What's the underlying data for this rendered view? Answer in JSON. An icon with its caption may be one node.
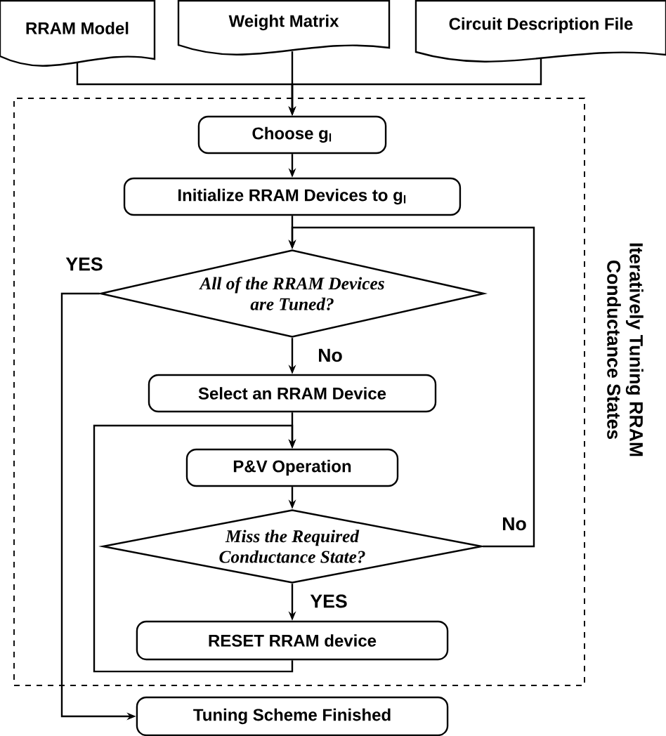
{
  "diagram": {
    "nodes": [
      {
        "text": [
          "RRAM Model"
        ]
      },
      {
        "text": [
          "Weight Matrix"
        ]
      },
      {
        "text": [
          "Circuit Description File"
        ]
      },
      {
        "text": [
          "Iteratively Tuning RRAM Conductance States"
        ]
      },
      {
        "text": [
          "Choose g$_{l}$"
        ],
        "in": 3
      },
      {
        "text": [
          "Initialize RRAM Devices to g$_{l}$"
        ],
        "in": 3
      },
      {
        "text": [
          "All of the RRAM Devices are Tuned?"
        ],
        "in": 3
      },
      {
        "text": [
          "Select an RRAM Device"
        ],
        "in": 3
      },
      {
        "text": [
          "P&V Operation"
        ],
        "in": 3
      },
      {
        "text": [
          "Miss the Required Conductance State?"
        ],
        "in": 3
      },
      {
        "text": [
          "RESET RRAM device"
        ],
        "in": 3
      },
      {
        "text": [
          "Tuning Scheme Finished"
        ]
      }
    ],
    "edges": [
      {
        "from": 0,
        "to": 4,
        "arrow": "to"
      },
      {
        "from": 1,
        "to": 4,
        "arrow": "to"
      },
      {
        "from": 2,
        "to": 4,
        "arrow": "to"
      },
      {
        "from": 4,
        "to": 5,
        "arrow": "to"
      },
      {
        "from": 5,
        "to": 6,
        "arrow": "to"
      },
      {
        "from": 6,
        "to": 7,
        "arrow": "to",
        "label": "No"
      },
      {
        "from": 7,
        "to": 8,
        "arrow": "to"
      },
      {
        "from": 8,
        "to": 9,
        "arrow": "to"
      },
      {
        "from": 9,
        "to": 10,
        "arrow": "to",
        "label": "YES"
      },
      {
        "from": 10,
        "to": 8,
        "arrow": "to"
      },
      {
        "from": 9,
        "to": 6,
        "arrow": "to",
        "label": "No"
      },
      {
        "from": 6,
        "to": 11,
        "arrow": "to",
        "label": "YES"
      }
    ]
  }
}
